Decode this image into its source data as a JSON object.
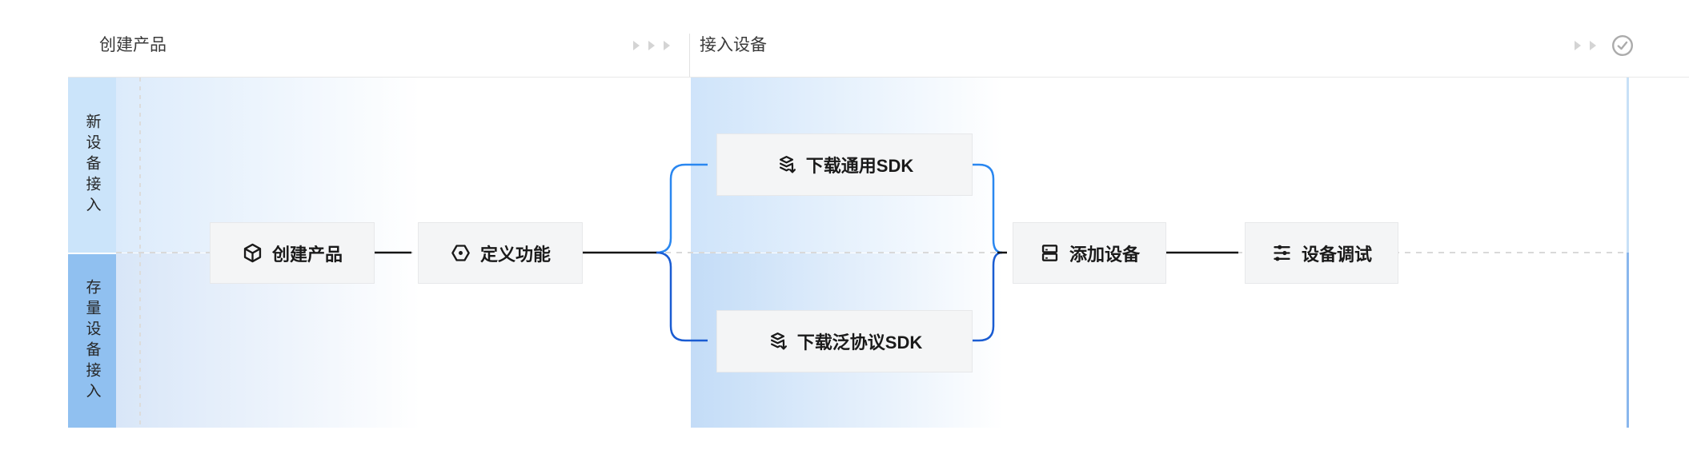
{
  "stages": [
    {
      "label": "创建产品",
      "status_icons": [
        "forward-chevron",
        "forward-chevron",
        "forward-chevron"
      ]
    },
    {
      "label": "接入设备",
      "status_icons": [
        "forward-chevron",
        "forward-chevron",
        "check-circle"
      ]
    }
  ],
  "lanes": [
    {
      "label": "新设备接入"
    },
    {
      "label": "存量设备接入"
    }
  ],
  "nodes": {
    "create_product": {
      "label": "创建产品",
      "icon": "cube-icon"
    },
    "define_features": {
      "label": "定义功能",
      "icon": "hexagon-dot-icon"
    },
    "download_general_sdk": {
      "label": "下载通用SDK",
      "icon": "layers-download-icon"
    },
    "download_protocol_sdk": {
      "label": "下载泛协议SDK",
      "icon": "layers-download-icon"
    },
    "add_device": {
      "label": "添加设备",
      "icon": "devices-icon"
    },
    "device_debug": {
      "label": "设备调试",
      "icon": "sliders-icon"
    }
  },
  "colors": {
    "blue_light": "#2a87f0",
    "blue_dark": "#1a5cd2",
    "lane1_bg": "#cbe4fa",
    "lane2_bg": "#90c0f0",
    "s1r1": "#dcebfb",
    "s1r2": "#d8e6f8",
    "s2r1": "#cfe4fa",
    "s2r2": "#c3dcf7",
    "dash_gray": "#d9d9d9",
    "edge_top": "#c8e0f7",
    "edge_bottom": "#8ab7ed",
    "chevron_gray": "#d4d4d4",
    "check_gray": "#ababab"
  }
}
